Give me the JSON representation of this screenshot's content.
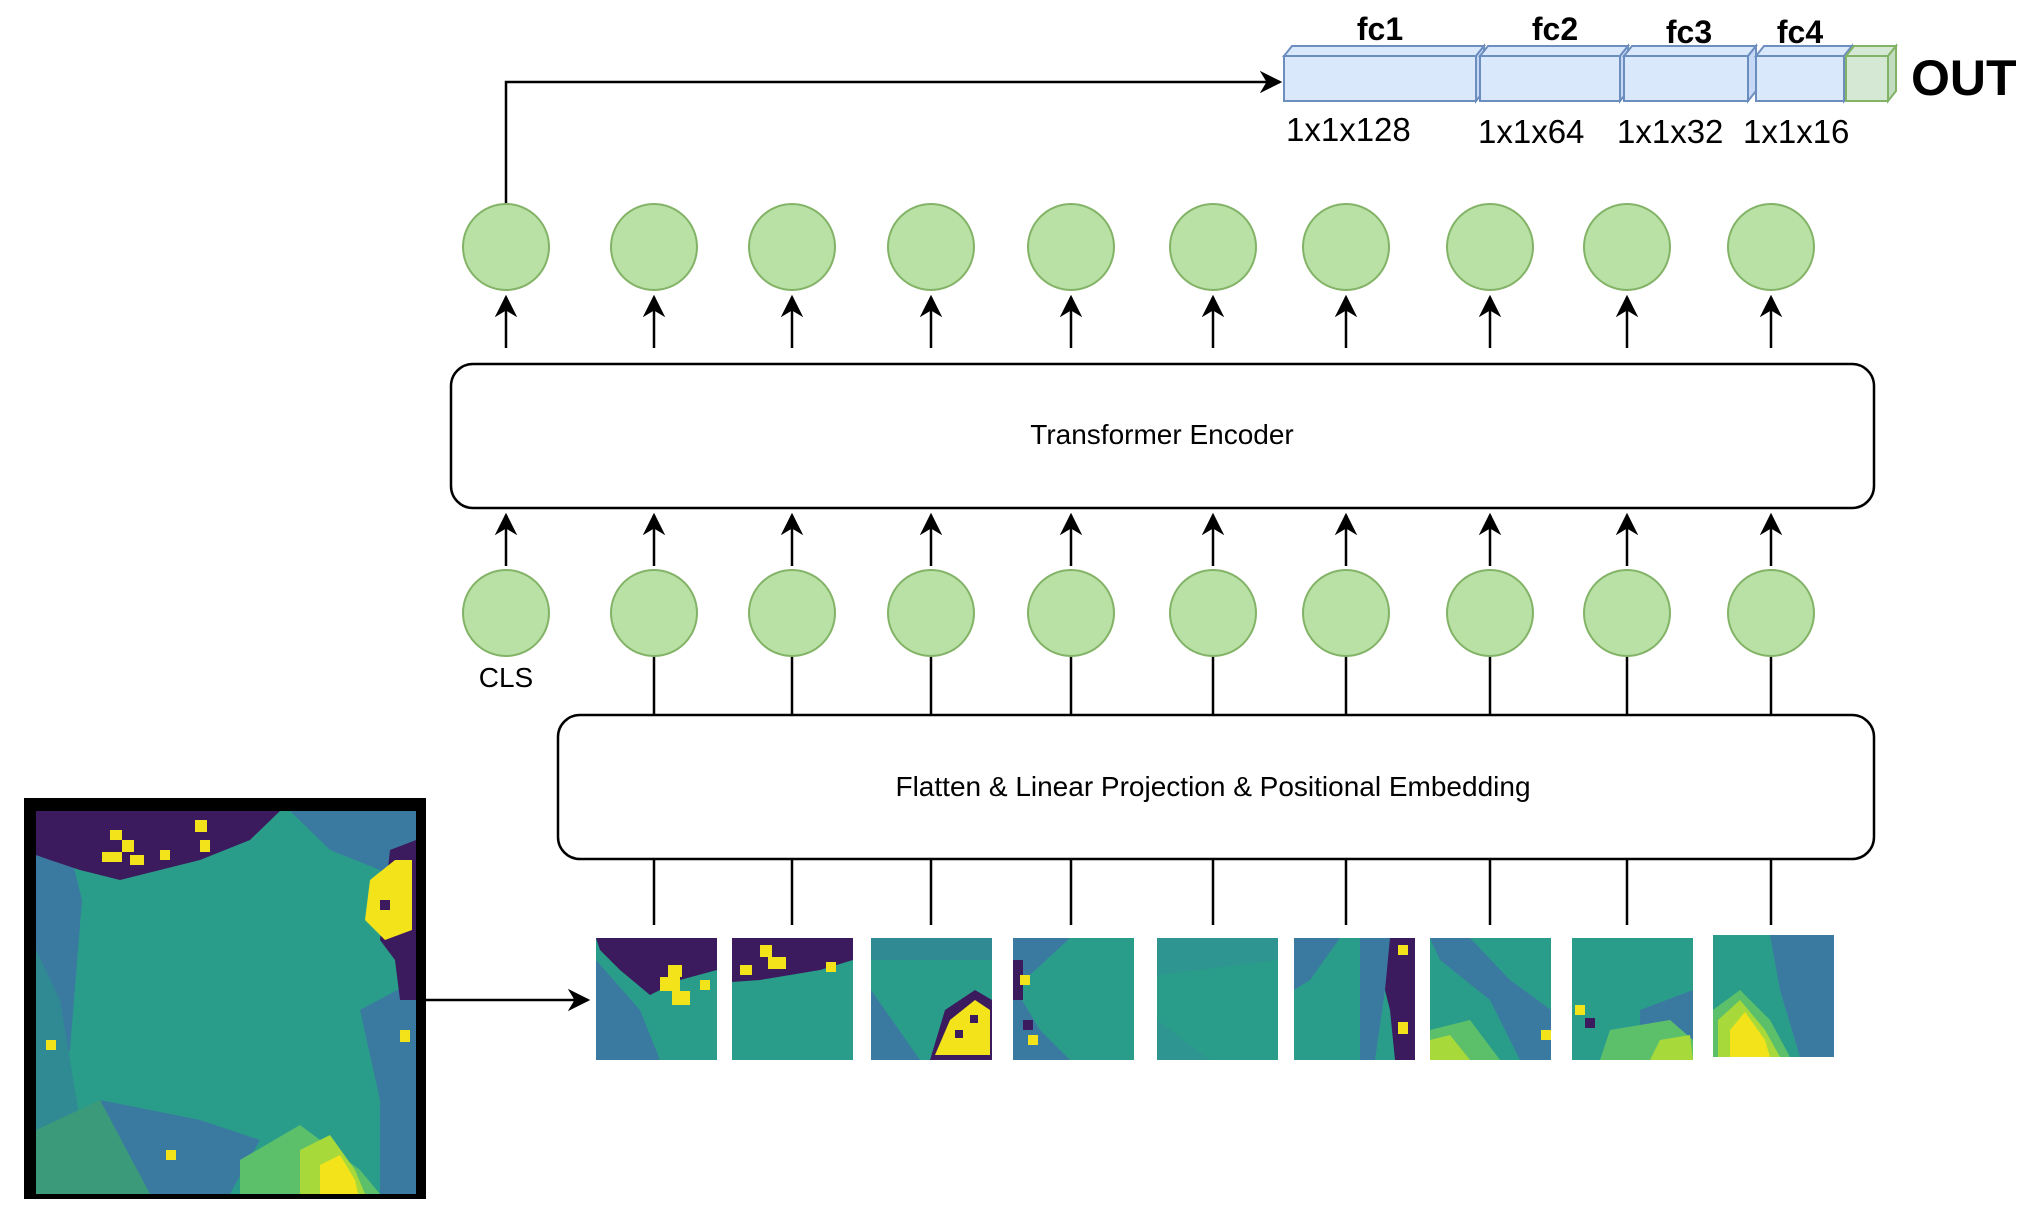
{
  "diagram": {
    "fc_layers": [
      {
        "name": "fc1",
        "shape": "1x1x128"
      },
      {
        "name": "fc2",
        "shape": "1x1x64"
      },
      {
        "name": "fc3",
        "shape": "1x1x32"
      },
      {
        "name": "fc4",
        "shape": "1x1x16"
      }
    ],
    "output_label": "OUT",
    "encoder_label": "Transformer Encoder",
    "projection_label": "Flatten & Linear Projection & Positional Embedding",
    "cls_label": "CLS",
    "token_count": 10,
    "patch_count": 9
  },
  "colors": {
    "token_fill": "#b9e0a5",
    "token_stroke": "#82b366",
    "fc_fill": "#dae8fc",
    "fc_stroke": "#6c8ebf",
    "out_fill": "#d5e8d4",
    "out_stroke": "#82b366",
    "box_stroke": "#000000",
    "viridis_dark": "#3b1a5e",
    "viridis_teal": "#2a9d8a",
    "viridis_blue": "#3b7aa0",
    "viridis_green": "#3fae6b",
    "viridis_yellow": "#f2e31b"
  }
}
